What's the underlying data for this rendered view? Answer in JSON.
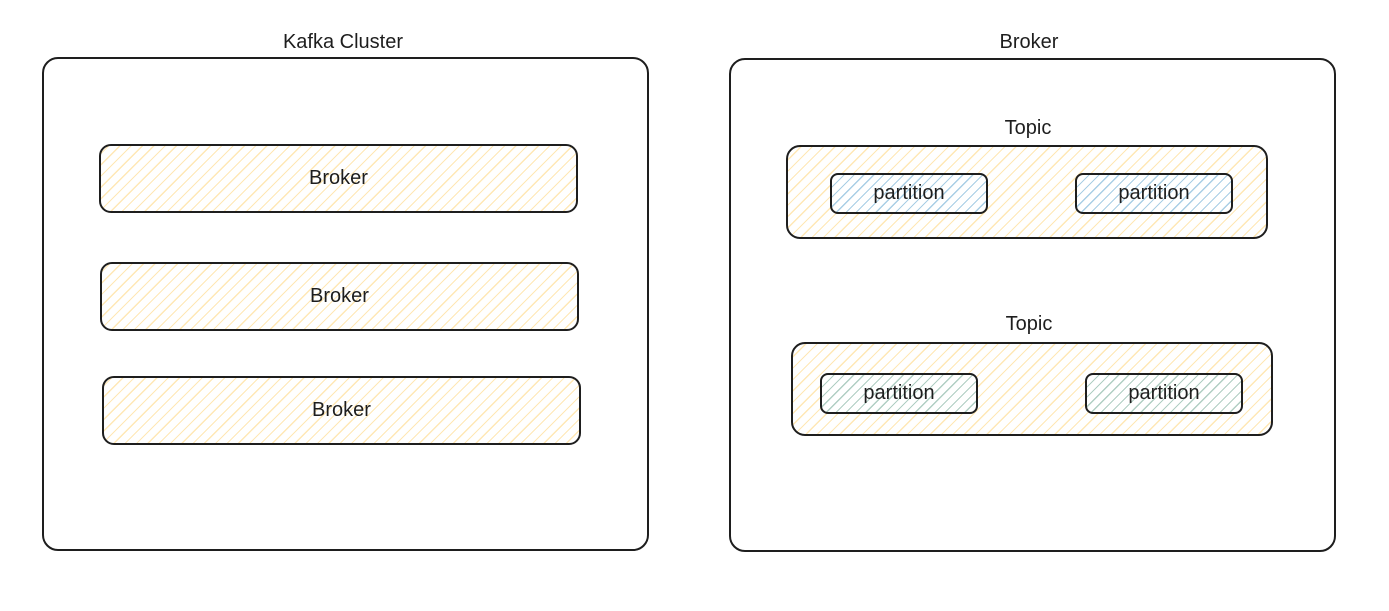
{
  "cluster": {
    "title": "Kafka Cluster",
    "brokers": [
      {
        "label": "Broker"
      },
      {
        "label": "Broker"
      },
      {
        "label": "Broker"
      }
    ]
  },
  "broker_detail": {
    "title": "Broker",
    "topics": [
      {
        "label": "Topic",
        "partitions": [
          {
            "label": "partition"
          },
          {
            "label": "partition"
          }
        ]
      },
      {
        "label": "Topic",
        "partitions": [
          {
            "label": "partition"
          },
          {
            "label": "partition"
          }
        ]
      }
    ]
  },
  "colors": {
    "stroke": "#1e1e1e",
    "broker_fill": "#ffd478",
    "topic1_partition_fill": "#8cbedc",
    "topic2_partition_fill": "#96beaf"
  }
}
